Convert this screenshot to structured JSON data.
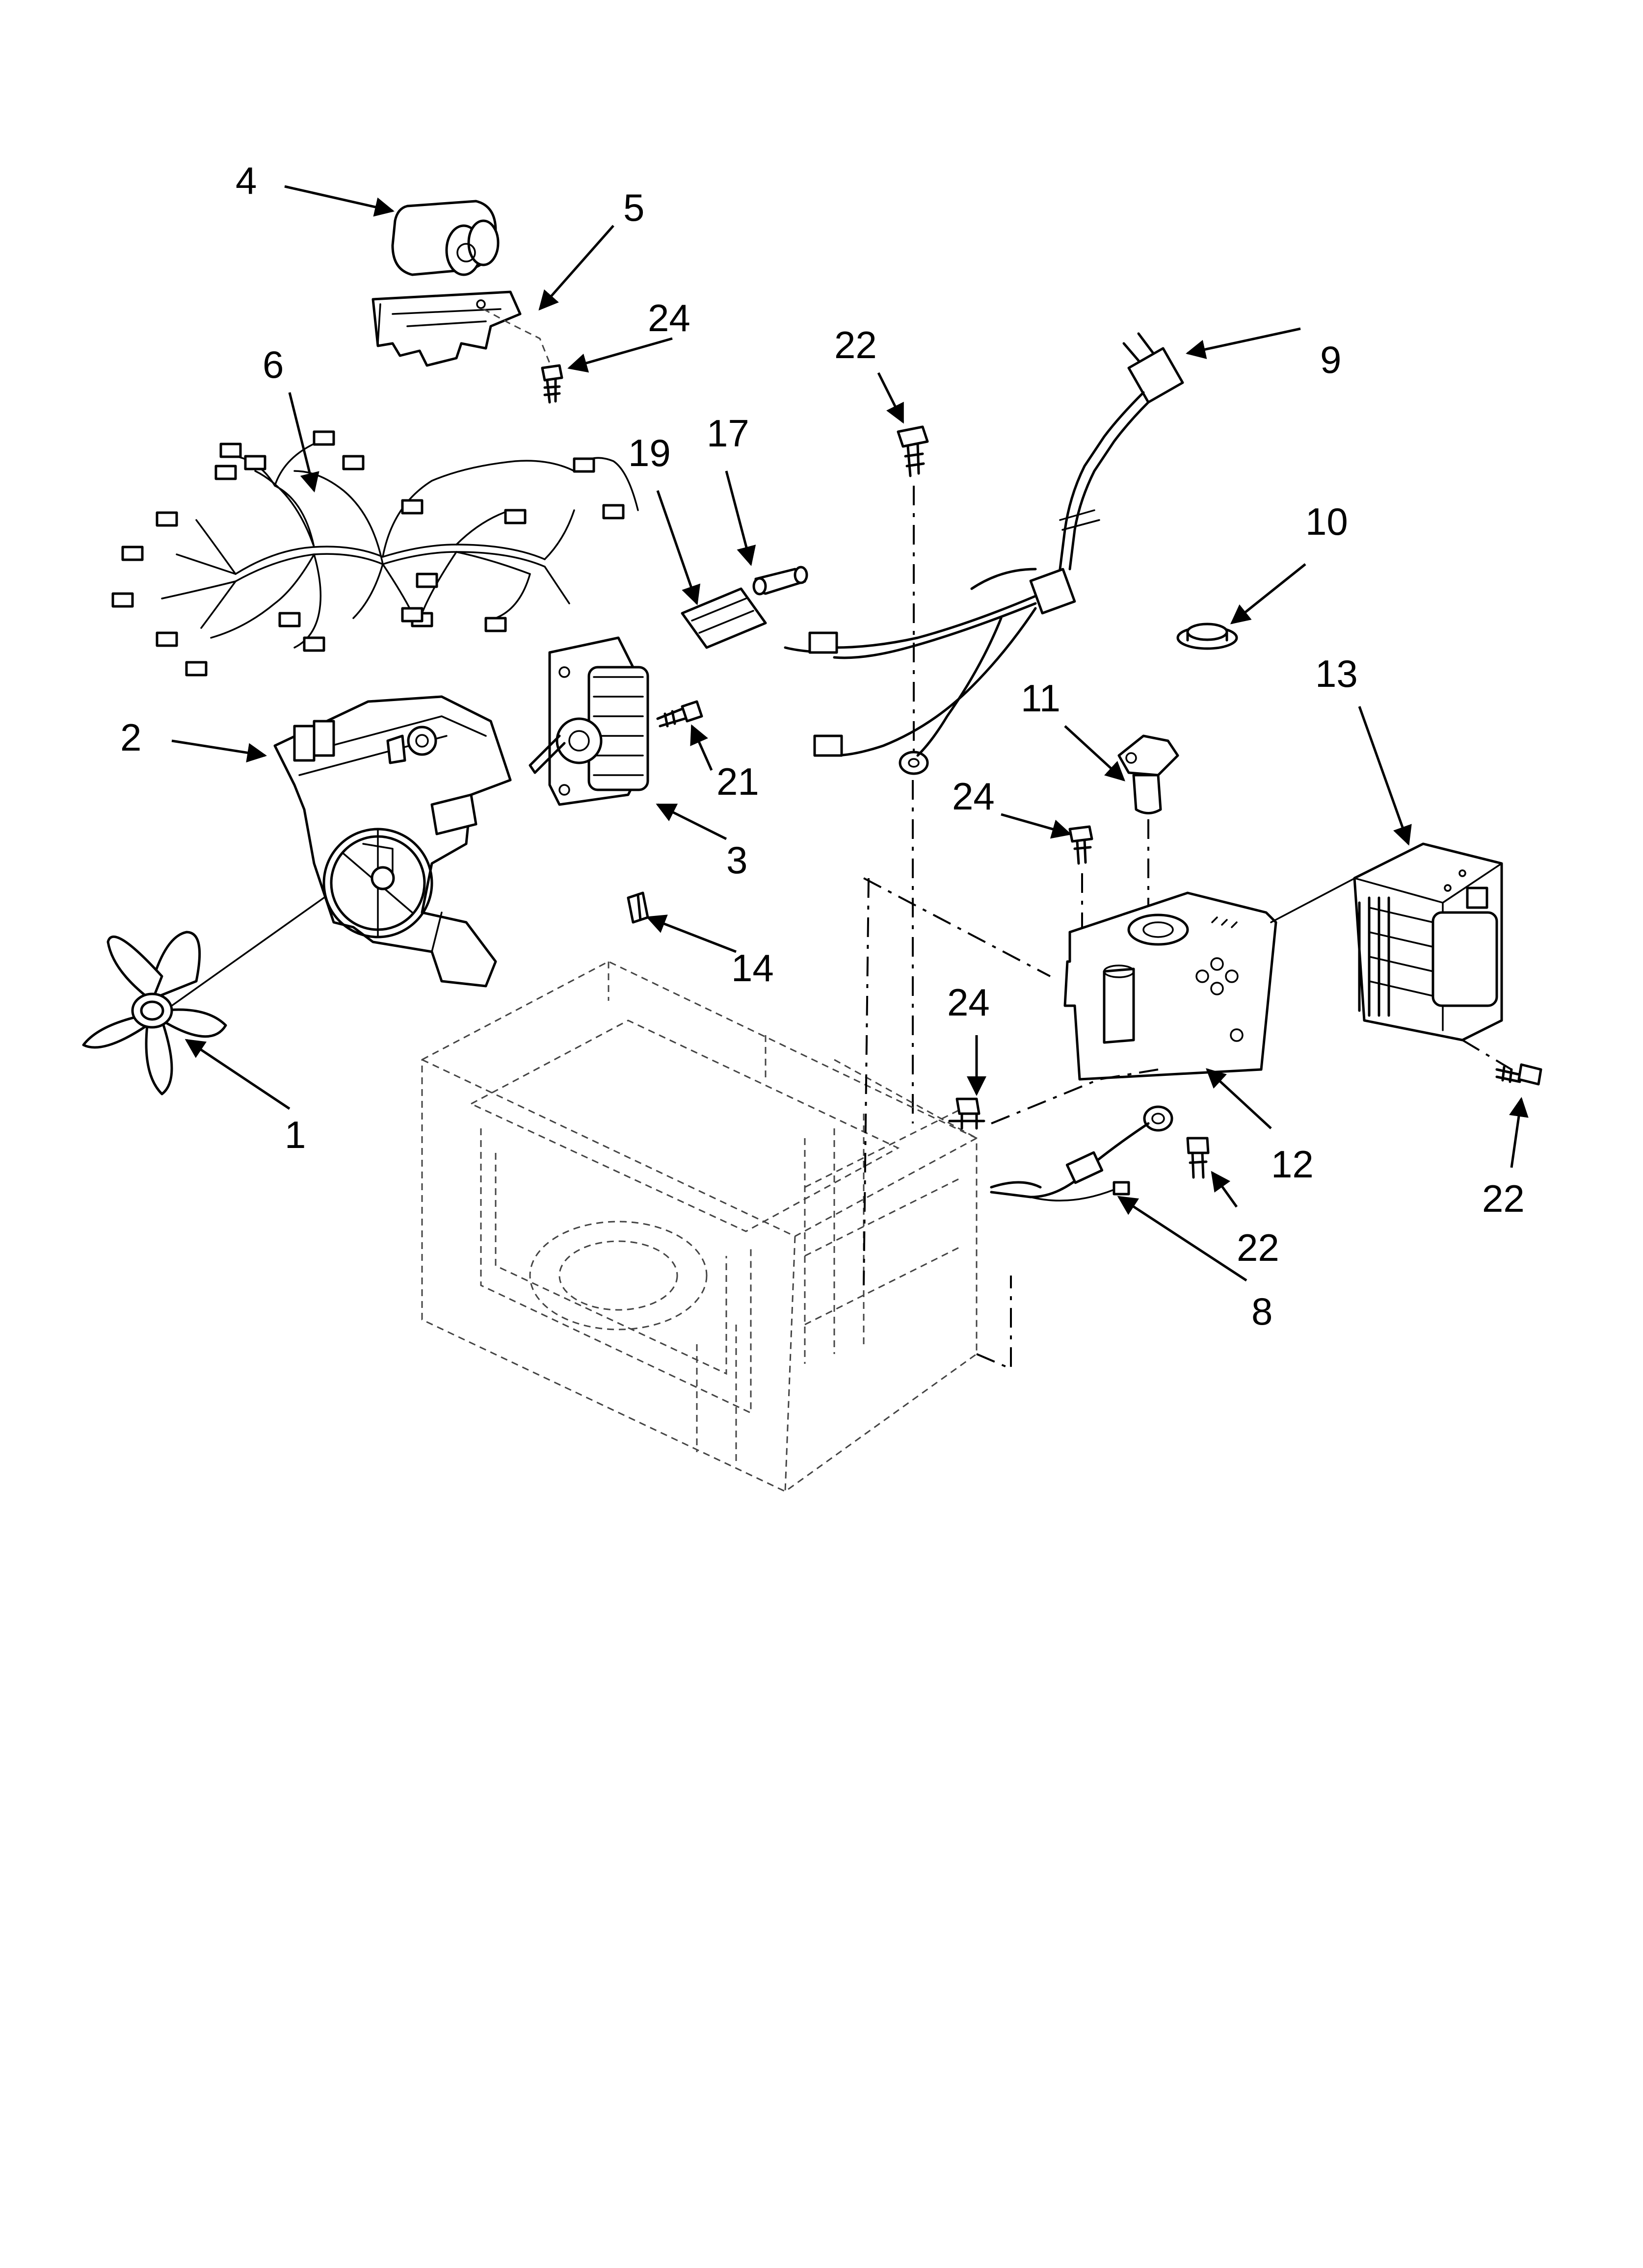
{
  "callouts": [
    {
      "id": "c4",
      "text": "4"
    },
    {
      "id": "c5",
      "text": "5"
    },
    {
      "id": "c24a",
      "text": "24"
    },
    {
      "id": "c6",
      "text": "6"
    },
    {
      "id": "c22a",
      "text": "22"
    },
    {
      "id": "c9",
      "text": "9"
    },
    {
      "id": "c19",
      "text": "19"
    },
    {
      "id": "c17",
      "text": "17"
    },
    {
      "id": "c10",
      "text": "10"
    },
    {
      "id": "c2",
      "text": "2"
    },
    {
      "id": "c21",
      "text": "21"
    },
    {
      "id": "c11",
      "text": "11"
    },
    {
      "id": "c3",
      "text": "3"
    },
    {
      "id": "c24b",
      "text": "24"
    },
    {
      "id": "c13",
      "text": "13"
    },
    {
      "id": "c14",
      "text": "14"
    },
    {
      "id": "c24c",
      "text": "24"
    },
    {
      "id": "c1",
      "text": "1"
    },
    {
      "id": "c12",
      "text": "12"
    },
    {
      "id": "c22b",
      "text": "22"
    },
    {
      "id": "c22c",
      "text": "22"
    },
    {
      "id": "c8",
      "text": "8"
    }
  ]
}
